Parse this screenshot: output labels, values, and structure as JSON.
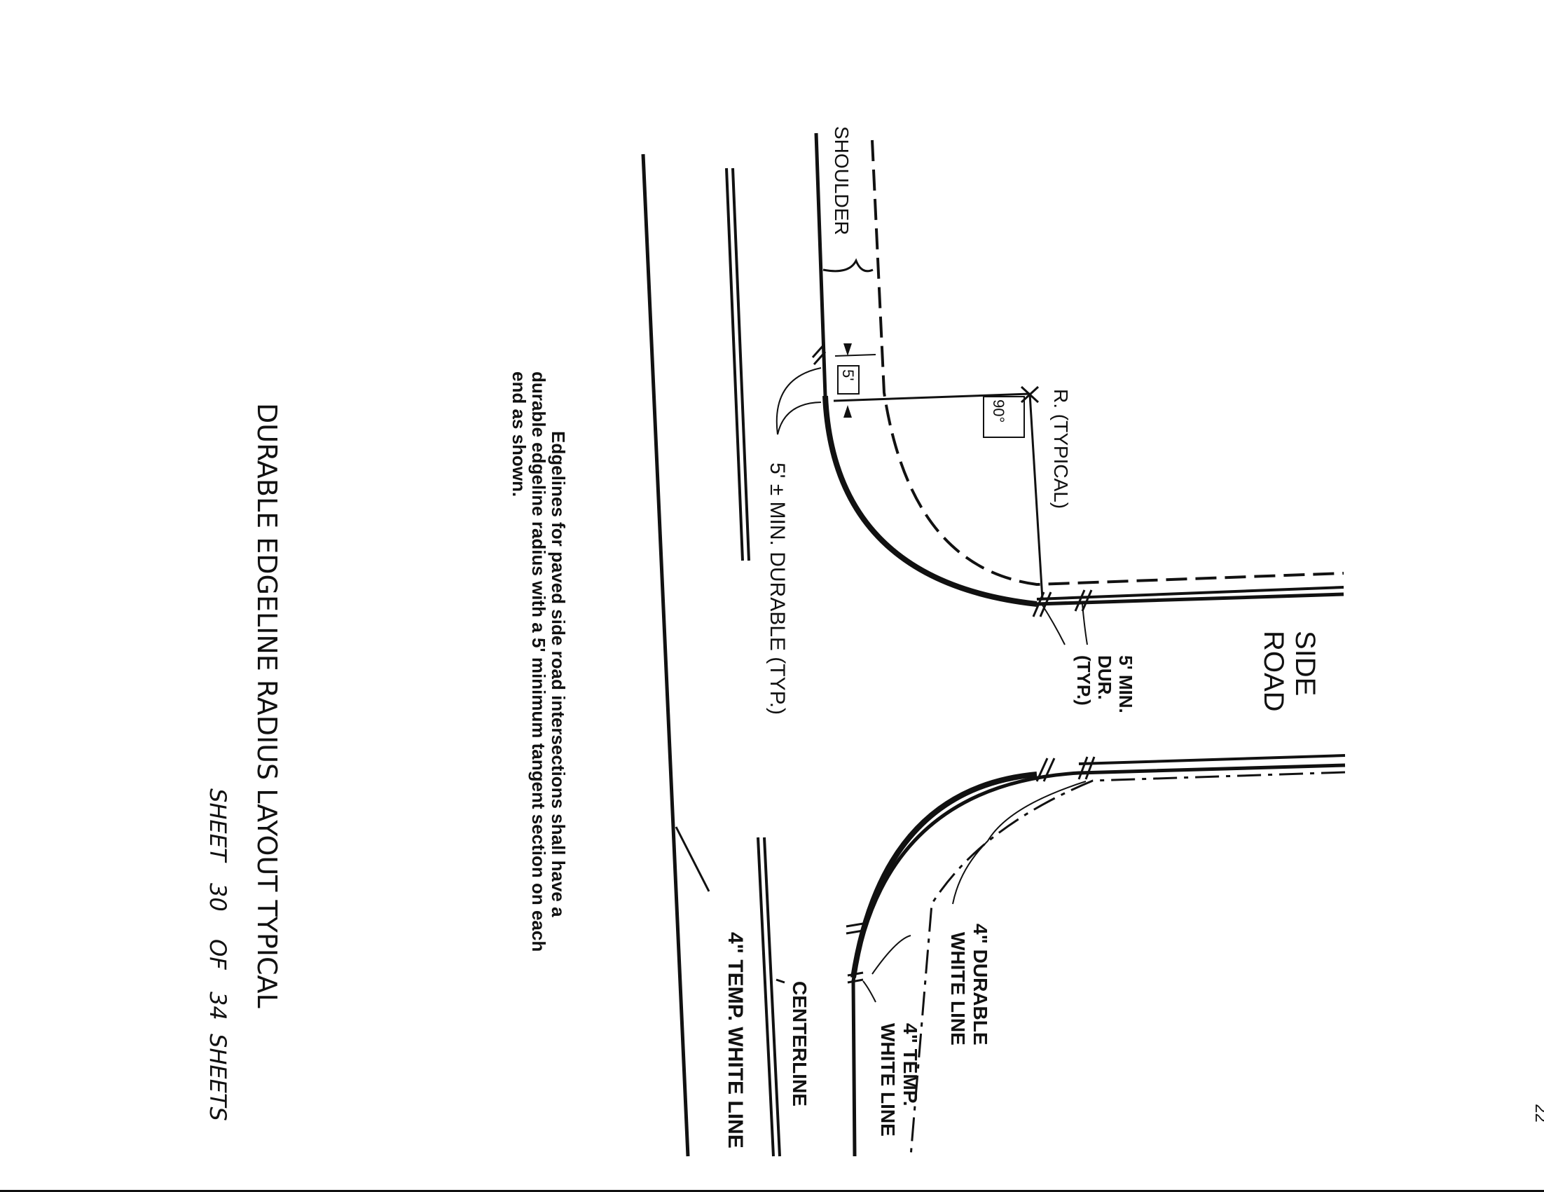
{
  "drawing": {
    "title": "DURABLE EDGELINE RADIUS LAYOUT TYPICAL",
    "sheet": {
      "text": "SHEET",
      "number": "30",
      "of_text": "OF",
      "total": "34",
      "suffix": "SHEETS"
    },
    "note_lines": [
      "Edgelines for paved side road intersections shall have a",
      "durable edgeline radius with a 5' minimum tangent section on each",
      "end as shown."
    ],
    "labels": {
      "shoulder": "SHOULDER",
      "radius": "R. (TYPICAL)",
      "angle": "90°",
      "five_ft": "5'",
      "durable_min": "5' ± MIN. DURABLE (TYP.)",
      "side_road_line1": "SIDE",
      "side_road_line2": "ROAD",
      "dur_min_line1": "5' MIN.",
      "dur_min_line2": "DUR.",
      "dur_min_line3": "(TYP.)",
      "durable_white_line1": "4\" DURABLE",
      "durable_white_line2": "WHITE LINE",
      "temp_white_line1": "4\" TEMP.",
      "temp_white_line2": "WHITE LINE",
      "centerline": "CENTERLINE",
      "temp_white_line_main": "4\" TEMP. WHITE LINE"
    },
    "edge_mark": "22"
  }
}
